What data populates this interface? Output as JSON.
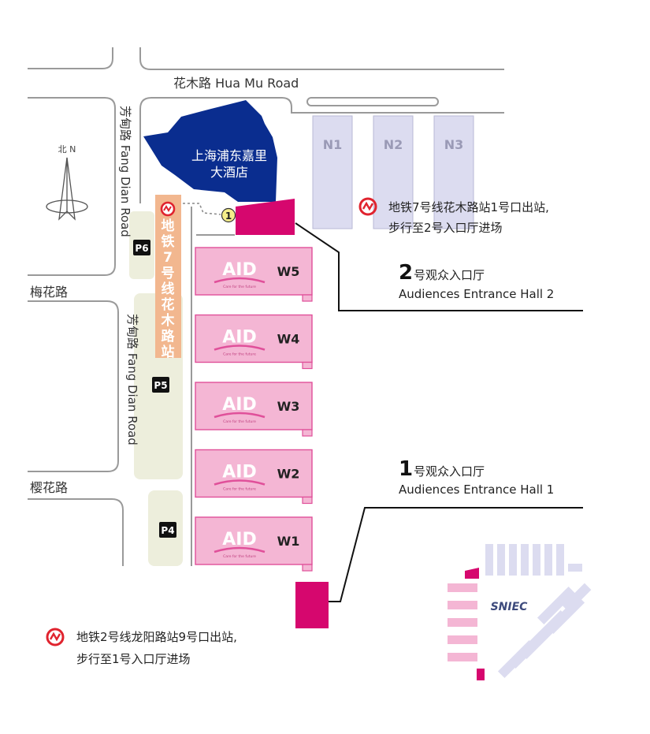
{
  "roads": {
    "hua_mu": "花木路 Hua Mu Road",
    "fang_dian_1": "芳甸路 Fang Dian Road",
    "fang_dian_2": "芳甸路 Fang Dian Road",
    "mei_hua": "梅花路",
    "ying_hua": "樱花路"
  },
  "compass": {
    "label": "北 N"
  },
  "hotel": {
    "line1": "上海浦东嘉里",
    "line2": "大酒店"
  },
  "north_halls": [
    "N1",
    "N2",
    "N3"
  ],
  "west_halls": [
    {
      "id": "W5",
      "logo": "AID",
      "tagline": "Care for the future"
    },
    {
      "id": "W4",
      "logo": "AID",
      "tagline": "Care for the future"
    },
    {
      "id": "W3",
      "logo": "AID",
      "tagline": "Care for the future"
    },
    {
      "id": "W2",
      "logo": "AID",
      "tagline": "Care for the future"
    },
    {
      "id": "W1",
      "logo": "AID",
      "tagline": "Care for the future"
    }
  ],
  "parking": [
    "P6",
    "P5",
    "P4"
  ],
  "metro_line7": {
    "vertical": "地铁7号线花木路站",
    "exit": "1"
  },
  "entrance2": {
    "num": "2",
    "cn": "号观众入口厅",
    "en": "Audiences Entrance Hall 2"
  },
  "entrance1": {
    "num": "1",
    "cn": "号观众入口厅",
    "en": "Audiences Entrance Hall 1"
  },
  "metro7_note": {
    "line1": "地铁7号线花木路站1号口出站,",
    "line2": "步行至2号入口厅进场"
  },
  "metro2_note": {
    "line1": "地铁2号线龙阳路站9号口出站,",
    "line2": "步行至1号入口厅进场"
  },
  "venue": {
    "label": "SNIEC"
  },
  "colors": {
    "road": "#9a9a9a",
    "hotel": "#0a2d8f",
    "north_hall": "#dcdcf0",
    "hall": "#f4b6d4",
    "hall_stroke": "#e0509a",
    "entrance": "#d6076e",
    "metro_strip": "#f2b78f",
    "metro_red": "#e0232e",
    "parking": "#edeedc",
    "text": "#333333"
  }
}
